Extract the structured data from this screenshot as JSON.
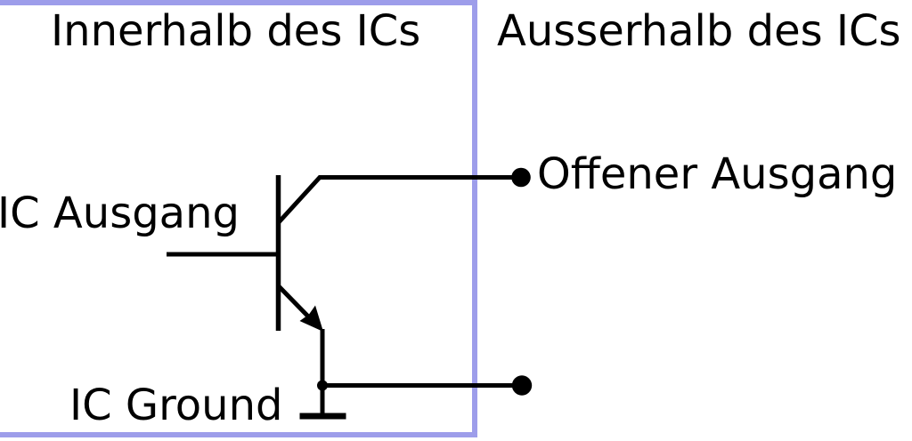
{
  "labels": {
    "inside": "Innerhalb des ICs",
    "outside": "Ausserhalb des ICs",
    "ic_output": "IC Ausgang",
    "open_output": "Offener Ausgang",
    "ic_ground": "IC Ground"
  },
  "colors": {
    "boundary_box": "#9d9dea",
    "wire": "#000000",
    "text": "#000000",
    "background": "#ffffff"
  },
  "diagram": {
    "kind": "circuit-schematic",
    "subject": "open-collector-output",
    "elements": [
      "ic-boundary-box",
      "npn-transistor",
      "base-lead",
      "collector-wire",
      "emitter-wire",
      "junction-dot",
      "open-output-terminal-dot",
      "ground-terminal-dot",
      "ground-symbol"
    ]
  }
}
